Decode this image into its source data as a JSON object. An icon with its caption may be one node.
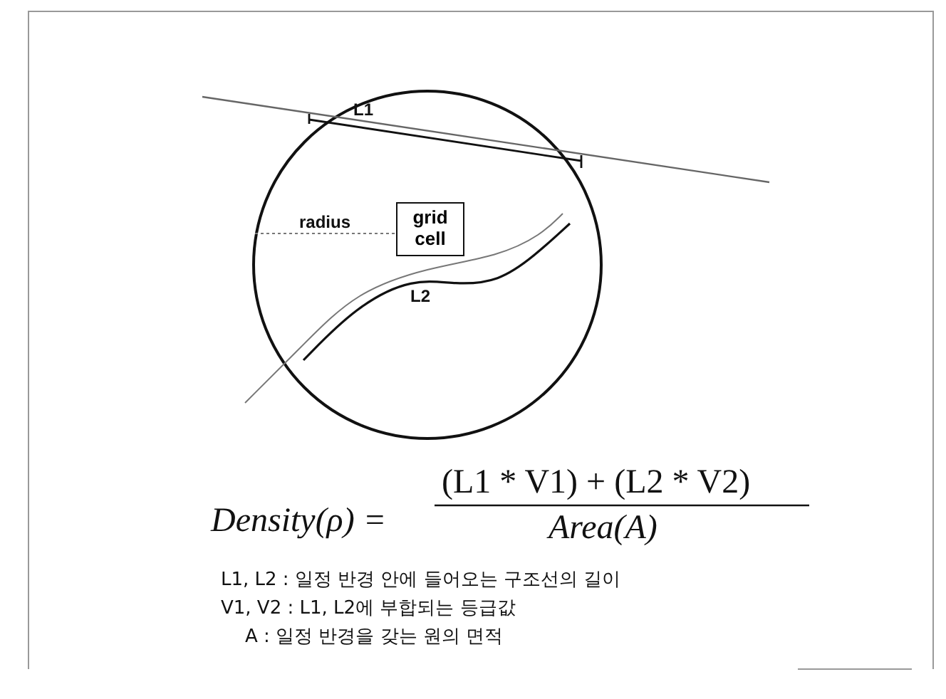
{
  "diagram": {
    "nodes": [
      {
        "text": [
          "grid cell"
        ]
      }
    ],
    "labels": [
      "L1",
      "radius",
      "L2",
      "Density(ρ) =",
      "(L1 * V1) + (L2 * V2)",
      "Area(A)",
      "L1, L2 : 일정 반경 안에 들어오는 구조선의 길이",
      "V1, V2 : L1, L2에 부합되는 등급값",
      "A : 일정 반경을 갖는 원의 면적"
    ]
  }
}
